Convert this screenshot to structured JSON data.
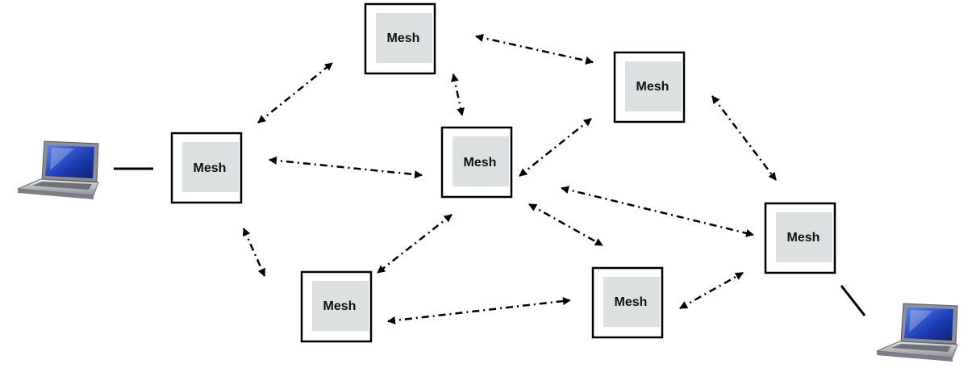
{
  "nodes": [
    {
      "id": "n1",
      "label": "Mesh"
    },
    {
      "id": "n2",
      "label": "Mesh"
    },
    {
      "id": "n3",
      "label": "Mesh"
    },
    {
      "id": "n4",
      "label": "Mesh"
    },
    {
      "id": "n5",
      "label": "Mesh"
    },
    {
      "id": "n6",
      "label": "Mesh"
    },
    {
      "id": "n7",
      "label": "Mesh"
    }
  ],
  "links": [
    {
      "from": "n1",
      "to": "n2",
      "style": "dash-dot",
      "arrows": "both"
    },
    {
      "from": "n2",
      "to": "n3",
      "style": "dash-dot",
      "arrows": "both"
    },
    {
      "from": "n2",
      "to": "n4",
      "style": "dash-dot",
      "arrows": "both"
    },
    {
      "from": "n1",
      "to": "n4",
      "style": "dash-dot",
      "arrows": "both"
    },
    {
      "from": "n1",
      "to": "n5",
      "style": "dash-dot",
      "arrows": "both"
    },
    {
      "from": "n3",
      "to": "n4",
      "style": "dash-dot",
      "arrows": "both"
    },
    {
      "from": "n4",
      "to": "n5",
      "style": "dash-dot",
      "arrows": "both"
    },
    {
      "from": "n4",
      "to": "n6",
      "style": "dash-dot",
      "arrows": "both"
    },
    {
      "from": "n4",
      "to": "n7",
      "style": "dash-dot",
      "arrows": "both"
    },
    {
      "from": "n3",
      "to": "n7",
      "style": "dash-dot",
      "arrows": "both"
    },
    {
      "from": "n5",
      "to": "n6",
      "style": "dash-dot",
      "arrows": "both"
    },
    {
      "from": "n6",
      "to": "n7",
      "style": "dash-dot",
      "arrows": "both"
    },
    {
      "from": "laptop-left",
      "to": "n1",
      "style": "solid",
      "arrows": "none"
    },
    {
      "from": "n7",
      "to": "laptop-right",
      "style": "solid",
      "arrows": "none"
    }
  ],
  "colors": {
    "box_fill": "#dce0e0",
    "box_border": "#000000",
    "arrow": "#000000",
    "laptop_screen": "#1c3fb8",
    "laptop_body": "#b9bcc2"
  },
  "icons": [
    "laptop-icon",
    "laptop-icon"
  ]
}
